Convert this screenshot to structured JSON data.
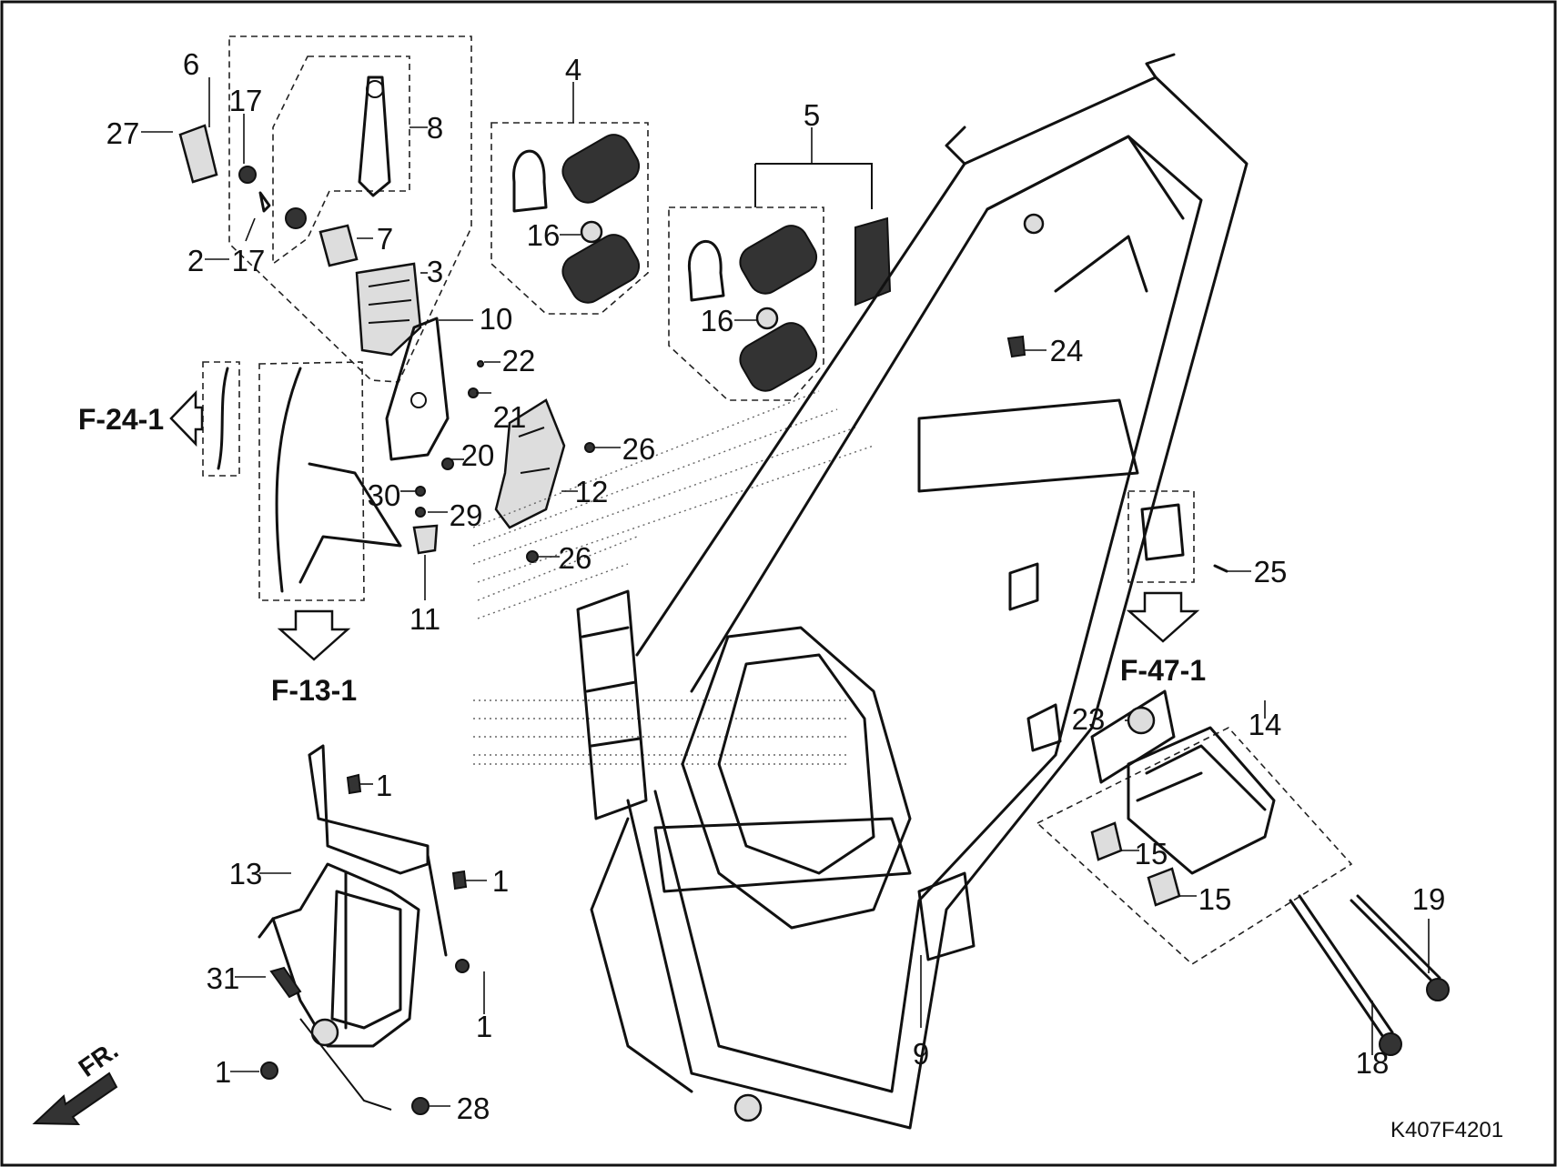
{
  "diagram": {
    "doc_code": "K407F4201",
    "front_label": "FR.",
    "refs": [
      {
        "id": "f24",
        "label": "F-24-1"
      },
      {
        "id": "f13",
        "label": "F-13-1"
      },
      {
        "id": "f47",
        "label": "F-47-1"
      }
    ],
    "callouts": [
      {
        "id": "c6",
        "label": "6"
      },
      {
        "id": "c17a",
        "label": "17"
      },
      {
        "id": "c27",
        "label": "27"
      },
      {
        "id": "c8",
        "label": "8"
      },
      {
        "id": "c17b",
        "label": "17"
      },
      {
        "id": "c2",
        "label": "2"
      },
      {
        "id": "c7",
        "label": "7"
      },
      {
        "id": "c3",
        "label": "3"
      },
      {
        "id": "c4",
        "label": "4"
      },
      {
        "id": "c16a",
        "label": "16"
      },
      {
        "id": "c5",
        "label": "5"
      },
      {
        "id": "c16b",
        "label": "16"
      },
      {
        "id": "c10",
        "label": "10"
      },
      {
        "id": "c22",
        "label": "22"
      },
      {
        "id": "c21",
        "label": "21"
      },
      {
        "id": "c26a",
        "label": "26"
      },
      {
        "id": "c20",
        "label": "20"
      },
      {
        "id": "c12",
        "label": "12"
      },
      {
        "id": "c30",
        "label": "30"
      },
      {
        "id": "c29",
        "label": "29"
      },
      {
        "id": "c26b",
        "label": "26"
      },
      {
        "id": "c11",
        "label": "11"
      },
      {
        "id": "c24",
        "label": "24"
      },
      {
        "id": "c25",
        "label": "25"
      },
      {
        "id": "c23",
        "label": "23"
      },
      {
        "id": "c14",
        "label": "14"
      },
      {
        "id": "c15a",
        "label": "15"
      },
      {
        "id": "c15b",
        "label": "15"
      },
      {
        "id": "c19",
        "label": "19"
      },
      {
        "id": "c18",
        "label": "18"
      },
      {
        "id": "c9",
        "label": "9"
      },
      {
        "id": "c1a",
        "label": "1"
      },
      {
        "id": "c13",
        "label": "13"
      },
      {
        "id": "c1b",
        "label": "1"
      },
      {
        "id": "c31",
        "label": "31"
      },
      {
        "id": "c1c",
        "label": "1"
      },
      {
        "id": "c1d",
        "label": "1"
      },
      {
        "id": "c28",
        "label": "28"
      }
    ]
  }
}
